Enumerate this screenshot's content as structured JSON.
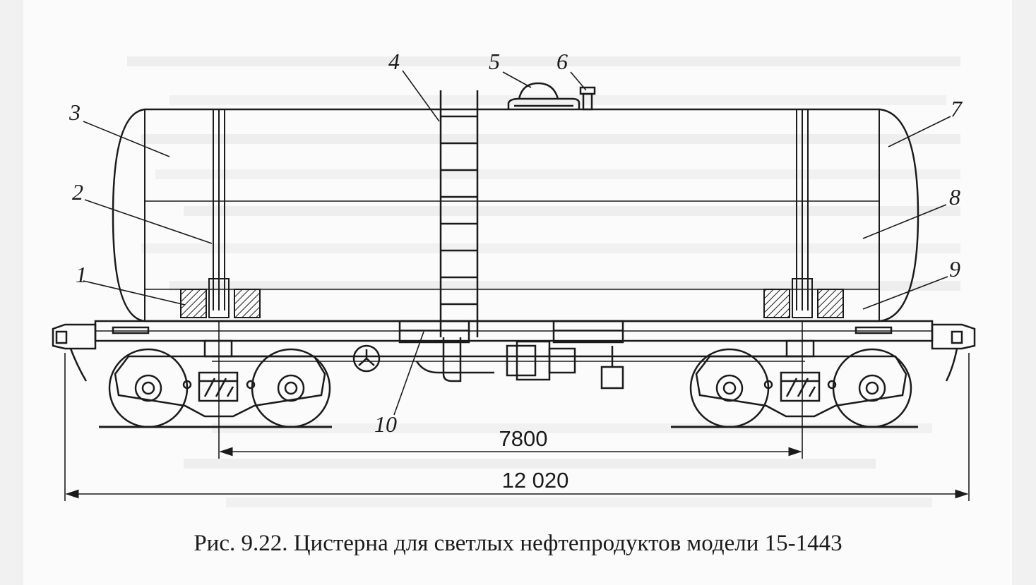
{
  "callouts": {
    "c1": "1",
    "c2": "2",
    "c3": "3",
    "c4": "4",
    "c5": "5",
    "c6": "6",
    "c7": "7",
    "c8": "8",
    "c9": "9",
    "c10": "10"
  },
  "dimensions": {
    "base": "7800",
    "overall": "12 020"
  },
  "caption": "Рис. 9.22. Цистерна для светлых нефтепродуктов модели 15-1443",
  "colors": {
    "ink": "#1b1b1b",
    "paper": "#fbfbfb",
    "frame": "#f1f1f1"
  }
}
